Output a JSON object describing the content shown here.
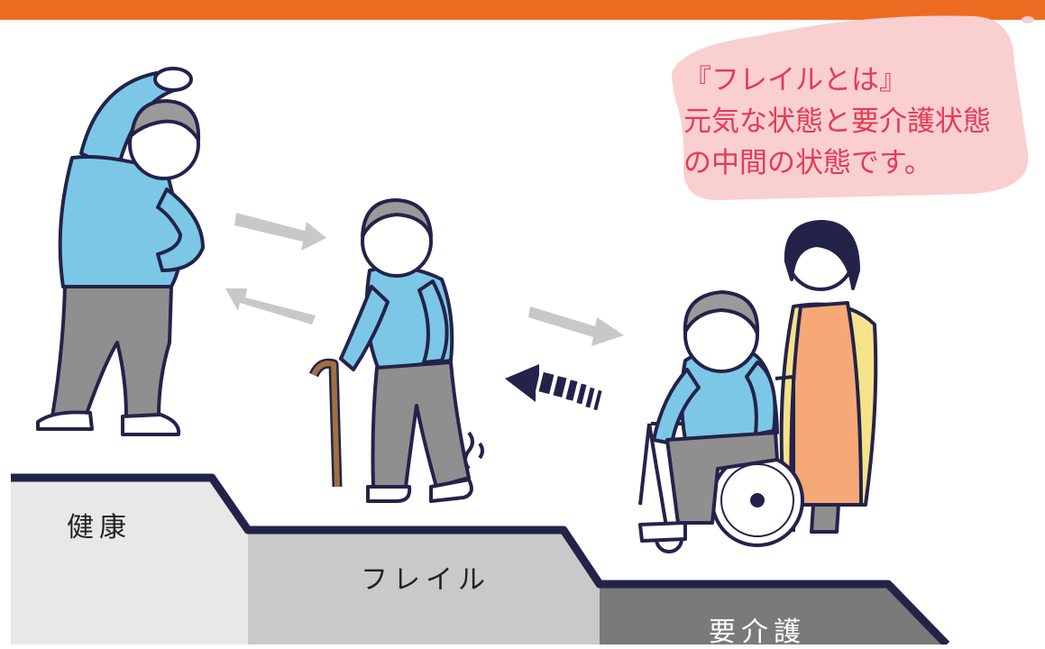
{
  "colors": {
    "header": "#ee6b22",
    "bubble": "#f9cfd0",
    "bubble_text": "#e63a55",
    "step_health": "#e8e8e8",
    "step_frail": "#c9c9c9",
    "step_care": "#7a7a7a",
    "step_outline": "#23234a",
    "shirt": "#7cc7e6",
    "pants": "#8f8f8f",
    "arrow": "#c8c8c8"
  },
  "bubble": {
    "line1": "『フレイルとは』",
    "line2": "元気な状態と要介護状態",
    "line3": "の中間の状態です。"
  },
  "stages": {
    "health": "健康",
    "frailty": "フレイル",
    "care": "要介護"
  },
  "icons": [
    "person-exercising-icon",
    "person-with-cane-icon",
    "person-in-wheelchair-icon",
    "caregiver-icon",
    "arrow-right-icon",
    "arrow-left-icon"
  ]
}
